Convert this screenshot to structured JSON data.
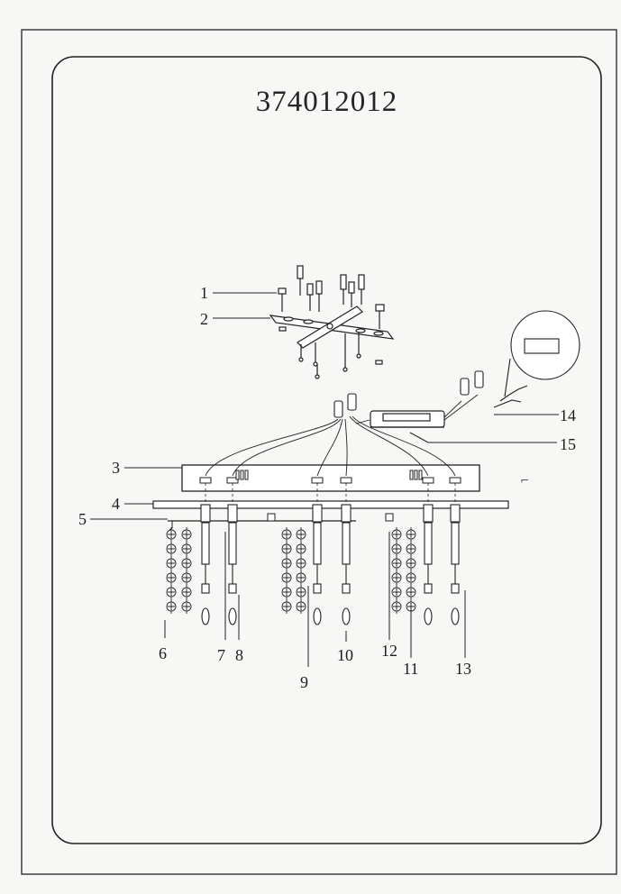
{
  "model_number": "374012012",
  "part_labels": {
    "p1": "1",
    "p2": "2",
    "p3": "3",
    "p4": "4",
    "p5": "5",
    "p6": "6",
    "p7": "7",
    "p8": "8",
    "p9": "9",
    "p10": "10",
    "p11": "11",
    "p12": "12",
    "p13": "13",
    "p14": "14",
    "p15": "15"
  },
  "colors": {
    "paper": "#f7f7f5",
    "ink": "#1c1c1c"
  }
}
